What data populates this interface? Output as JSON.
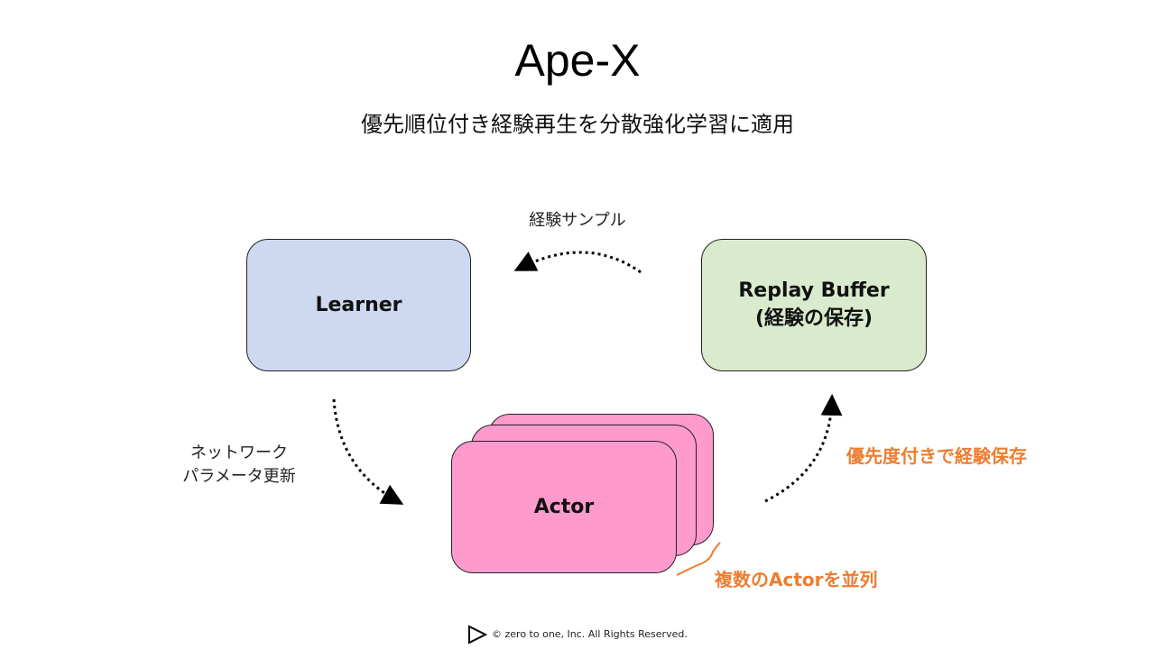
{
  "title": "Ape-X",
  "subtitle": "優先順位付き経験再生を分散強化学習に適用",
  "nodes": {
    "learner": "Learner",
    "replay_line1": "Replay Buffer",
    "replay_line2": "(経験の保存)",
    "actor": "Actor"
  },
  "edges": {
    "sample": "経験サンプル",
    "network_line1": "ネットワーク",
    "network_line2": "パラメータ更新",
    "priority": "優先度付きで経験保存"
  },
  "annotation": "複数のActorを並列",
  "footer": "©  zero to one, Inc. All Rights Reserved.",
  "colors": {
    "learner": "#CDD9F0",
    "replay": "#D9EACD",
    "actor": "#FF9ACD",
    "accent": "#ED7D31"
  }
}
